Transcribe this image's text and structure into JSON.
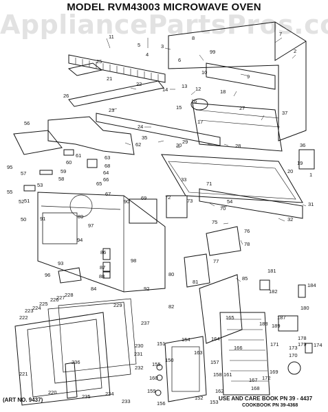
{
  "title": "MODEL RVM43003  MICROWAVE OVEN",
  "watermark": "AppliancePartsPros.com",
  "art_no": "(ART NO. 9437)",
  "use_care_book": "USE AND CARE BOOK  PN 39 - 4437",
  "cookbook": "COOKBOOK PN 39-4368",
  "colors": {
    "ink": "#111111",
    "watermark": "#969696"
  },
  "callouts": [
    "1",
    "2",
    "3",
    "4",
    "5",
    "6",
    "7",
    "8",
    "9",
    "10",
    "11",
    "12",
    "13",
    "14",
    "15",
    "16",
    "17",
    "18",
    "19",
    "20",
    "21",
    "22",
    "23",
    "24",
    "25",
    "26",
    "27",
    "28",
    "29",
    "30",
    "31",
    "32",
    "33",
    "35",
    "36",
    "37",
    "50",
    "51",
    "52",
    "53",
    "54",
    "55",
    "56",
    "57",
    "58",
    "59",
    "60",
    "61",
    "62",
    "63",
    "64",
    "65",
    "66",
    "67",
    "68",
    "69",
    "70",
    "71",
    "72",
    "73",
    "75",
    "76",
    "77",
    "78",
    "80",
    "81",
    "82",
    "84",
    "85",
    "86",
    "87",
    "88",
    "89",
    "90",
    "91",
    "92",
    "93",
    "94",
    "95",
    "96",
    "97",
    "98",
    "99",
    "150",
    "151",
    "152",
    "153",
    "154",
    "155",
    "156",
    "157",
    "158",
    "159",
    "160",
    "161",
    "162",
    "163",
    "164",
    "165",
    "166",
    "167",
    "168",
    "169",
    "170",
    "171",
    "172",
    "173",
    "174",
    "178",
    "179",
    "180",
    "181",
    "182",
    "184",
    "187",
    "188",
    "189",
    "220",
    "221",
    "222",
    "223",
    "224",
    "225",
    "226",
    "227",
    "228",
    "229",
    "230",
    "231",
    "232",
    "233",
    "234",
    "235",
    "236",
    "237"
  ]
}
